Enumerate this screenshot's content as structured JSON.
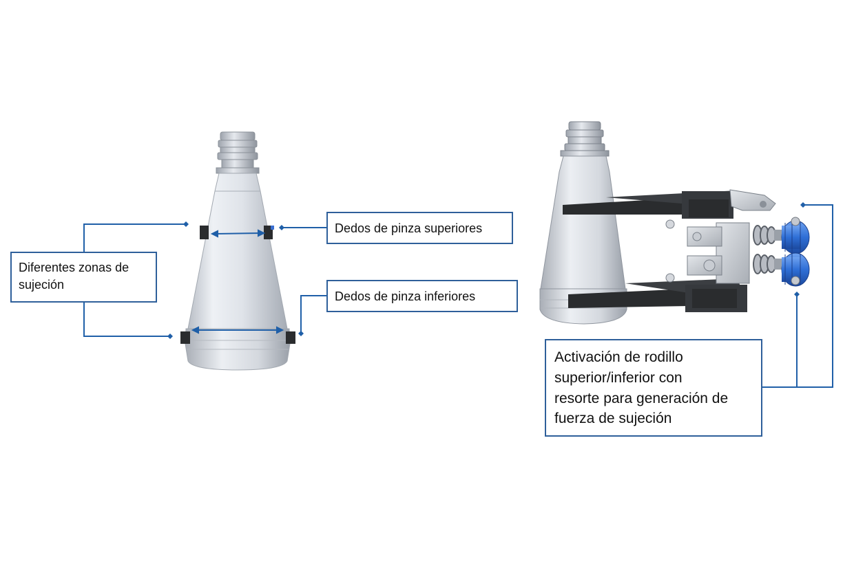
{
  "callouts": {
    "zonas": "Diferentes zonas de\nsujeción",
    "superiores": "Dedos de pinza superiores",
    "inferiores": "Dedos de pinza inferiores",
    "rodillo": "Activación de rodillo\nsuperior/inferior con\nresorte para generación de\nfuerza de sujeción"
  },
  "colors": {
    "leader": "#1f5fa8",
    "box_border": "#2e5f9a",
    "roller": "#2f6fd6",
    "bottle": "#d9dde3",
    "finger": "#2a2c2e"
  }
}
